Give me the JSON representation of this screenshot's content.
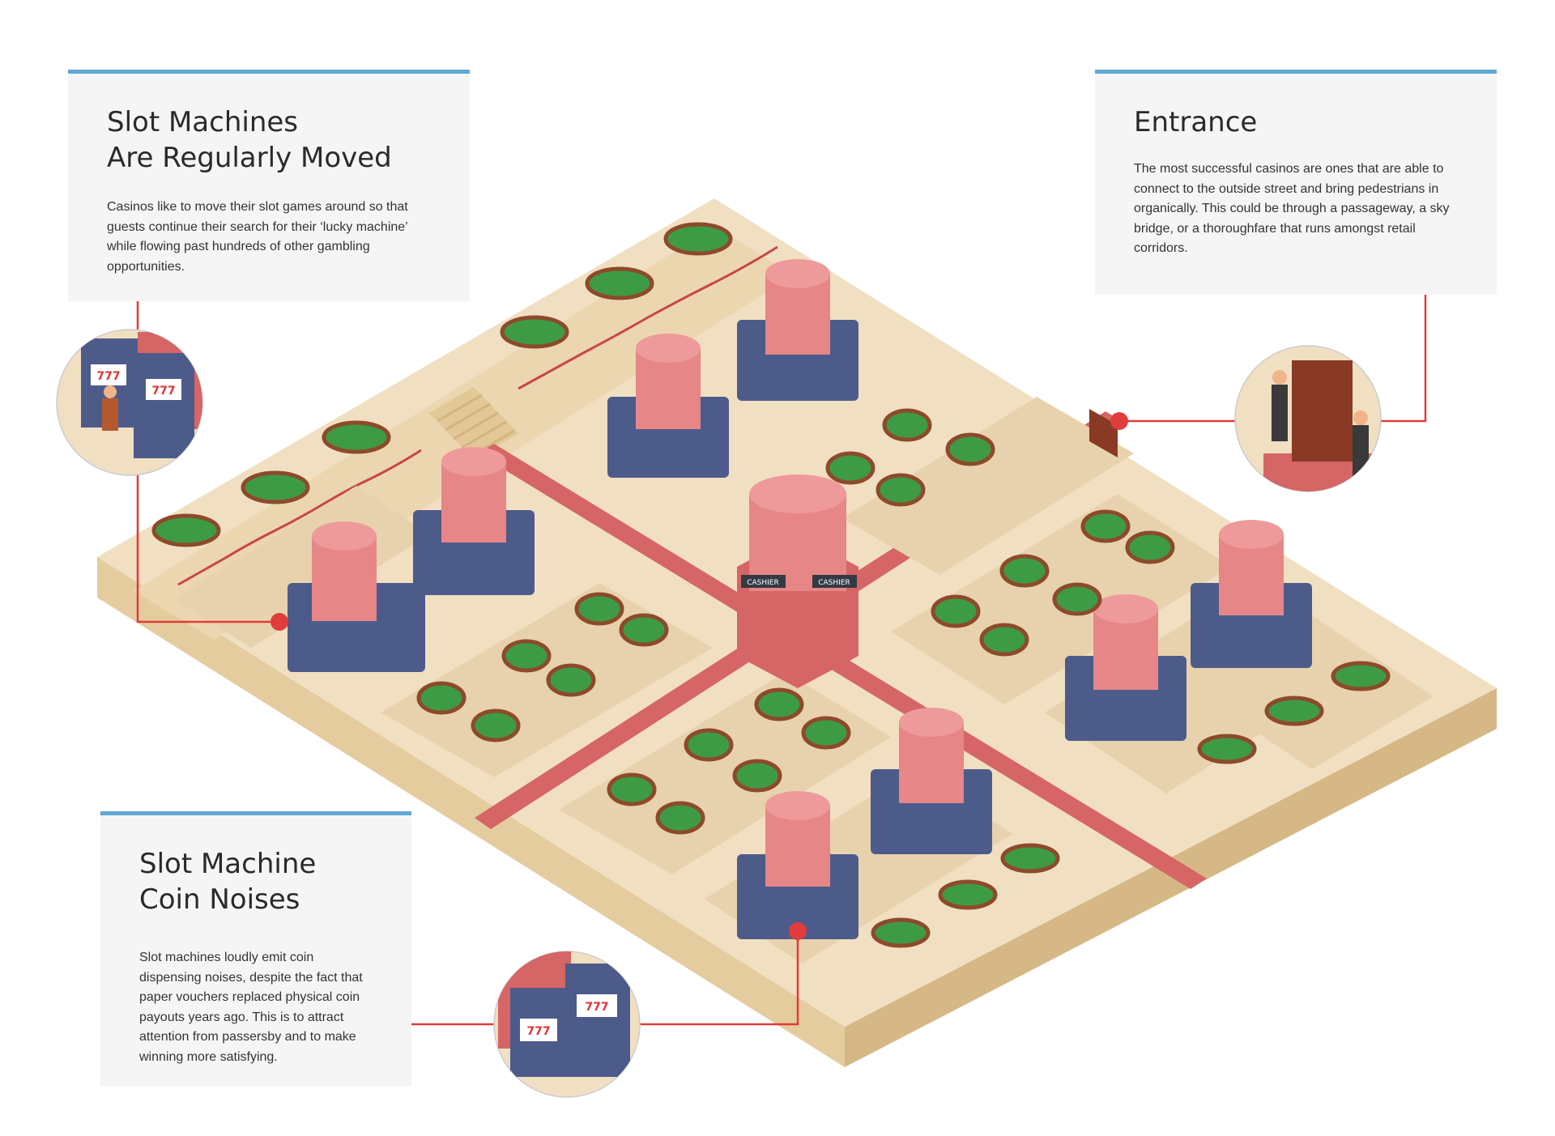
{
  "cards": {
    "slots_moved": {
      "title_line1": "Slot Machines",
      "title_line2": "Are Regularly Moved",
      "body": "Casinos like to move their slot games around so that guests continue their search for their ‘lucky machine’ while flowing past hundreds of other gambling opportunities."
    },
    "entrance": {
      "title": "Entrance",
      "body": "The most successful casinos are ones that are able to connect to the outside street and bring pedestrians in organically. This could be through a passageway, a sky bridge, or a thoroughfare that runs amongst retail corridors."
    },
    "coin_noises": {
      "title_line1": "Slot Machine",
      "title_line2": "Coin Noises",
      "body": "Slot machines loudly emit coin dispensing noises, despite the fact that paper vouchers replaced physical coin payouts years ago. This is to attract attention from passersby and to make winning more satisfying."
    }
  },
  "cashier_signs": [
    "CASHIER",
    "CASHIER"
  ],
  "slot_reel_text": "777",
  "colors": {
    "card_accent": "#5fa8d3",
    "callout_line": "#e03c3c",
    "floor": "#f1dfc2",
    "floor_side_left": "#e4cc9f",
    "floor_side_right": "#d6b886",
    "carpet": "#d66565",
    "column": "#e68686",
    "slot_machine": "#4d5b8a",
    "table_felt": "#3e9b45",
    "table_wood": "#8d4a2b"
  }
}
